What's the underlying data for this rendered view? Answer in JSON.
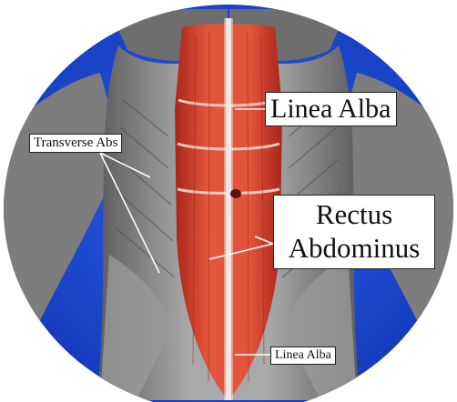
{
  "labels": {
    "linea_alba_top": "Linea Alba",
    "transverse_abs": "Transverse Abs",
    "rectus_line1": "Rectus",
    "rectus_line2": "Abdominus",
    "linea_alba_bottom": "Linea Alba"
  },
  "colors": {
    "background_circle": "#1f4fd6",
    "rectus_muscle": "#d2412c",
    "gray_muscle": "#8f8f8f",
    "linea_alba": "#f4e6df"
  }
}
